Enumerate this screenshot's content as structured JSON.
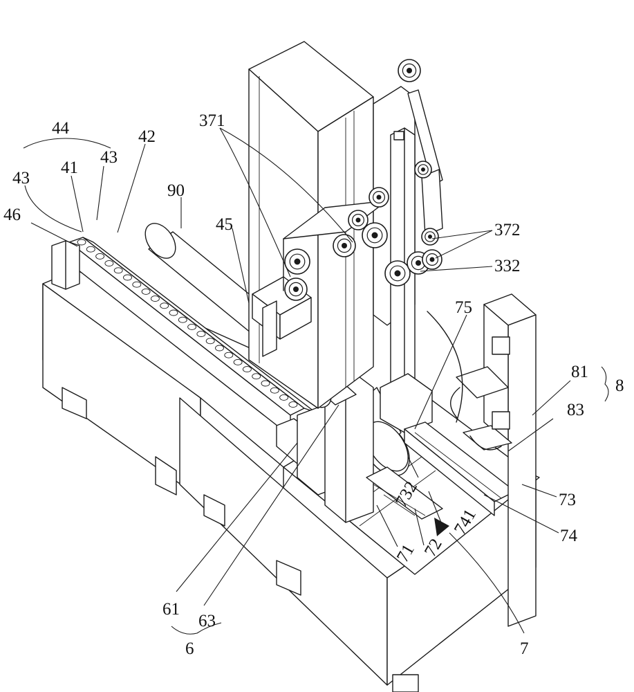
{
  "labels": {
    "l44": "44",
    "l43a": "43",
    "l41": "41",
    "l43b": "43",
    "l42": "42",
    "l46": "46",
    "l90": "90",
    "l45": "45",
    "l371": "371",
    "l372": "372",
    "l332": "332",
    "l75": "75",
    "l81": "81",
    "l8": "8",
    "l83": "83",
    "l73": "73",
    "l732": "732",
    "l741": "741",
    "l74": "74",
    "l72": "72",
    "l71": "71",
    "l61": "61",
    "l63": "63",
    "l6": "6",
    "l7": "7"
  }
}
